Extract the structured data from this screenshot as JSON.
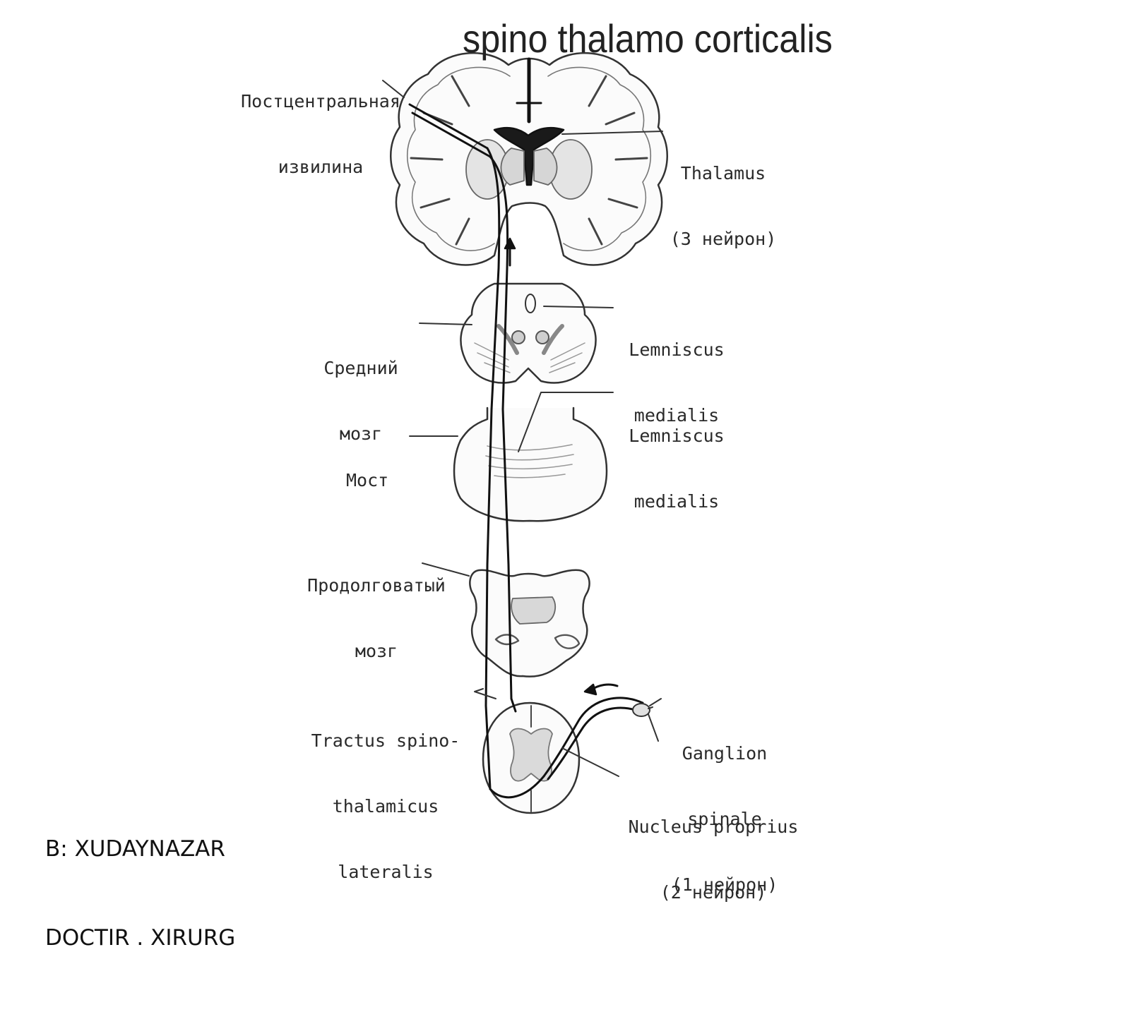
{
  "title": "spino thalamo corticalis",
  "labels": {
    "postcentral": [
      "Постцентральная",
      "извилина"
    ],
    "thalamus": [
      "Thalamus",
      "(3 нейрон)"
    ],
    "midbrain": [
      "Средний",
      "мозг"
    ],
    "lemniscus_upper": [
      "Lemniscus",
      "medialis"
    ],
    "lemniscus_lower": [
      "Lemniscus",
      "medialis"
    ],
    "pons": [
      "Мост"
    ],
    "medulla": [
      "Продолговатый",
      "мозг"
    ],
    "tractus": [
      "Tractus spino-",
      "thalamicus",
      "lateralis"
    ],
    "ganglion": [
      "Ganglion",
      "spinale",
      "(1 нейрон)"
    ],
    "nucleus": [
      "Nucleus proprius",
      "(2 нейрон)"
    ]
  },
  "author": [
    "B: XUDAYNAZAR",
    "DOCTIR . XIRURG"
  ]
}
